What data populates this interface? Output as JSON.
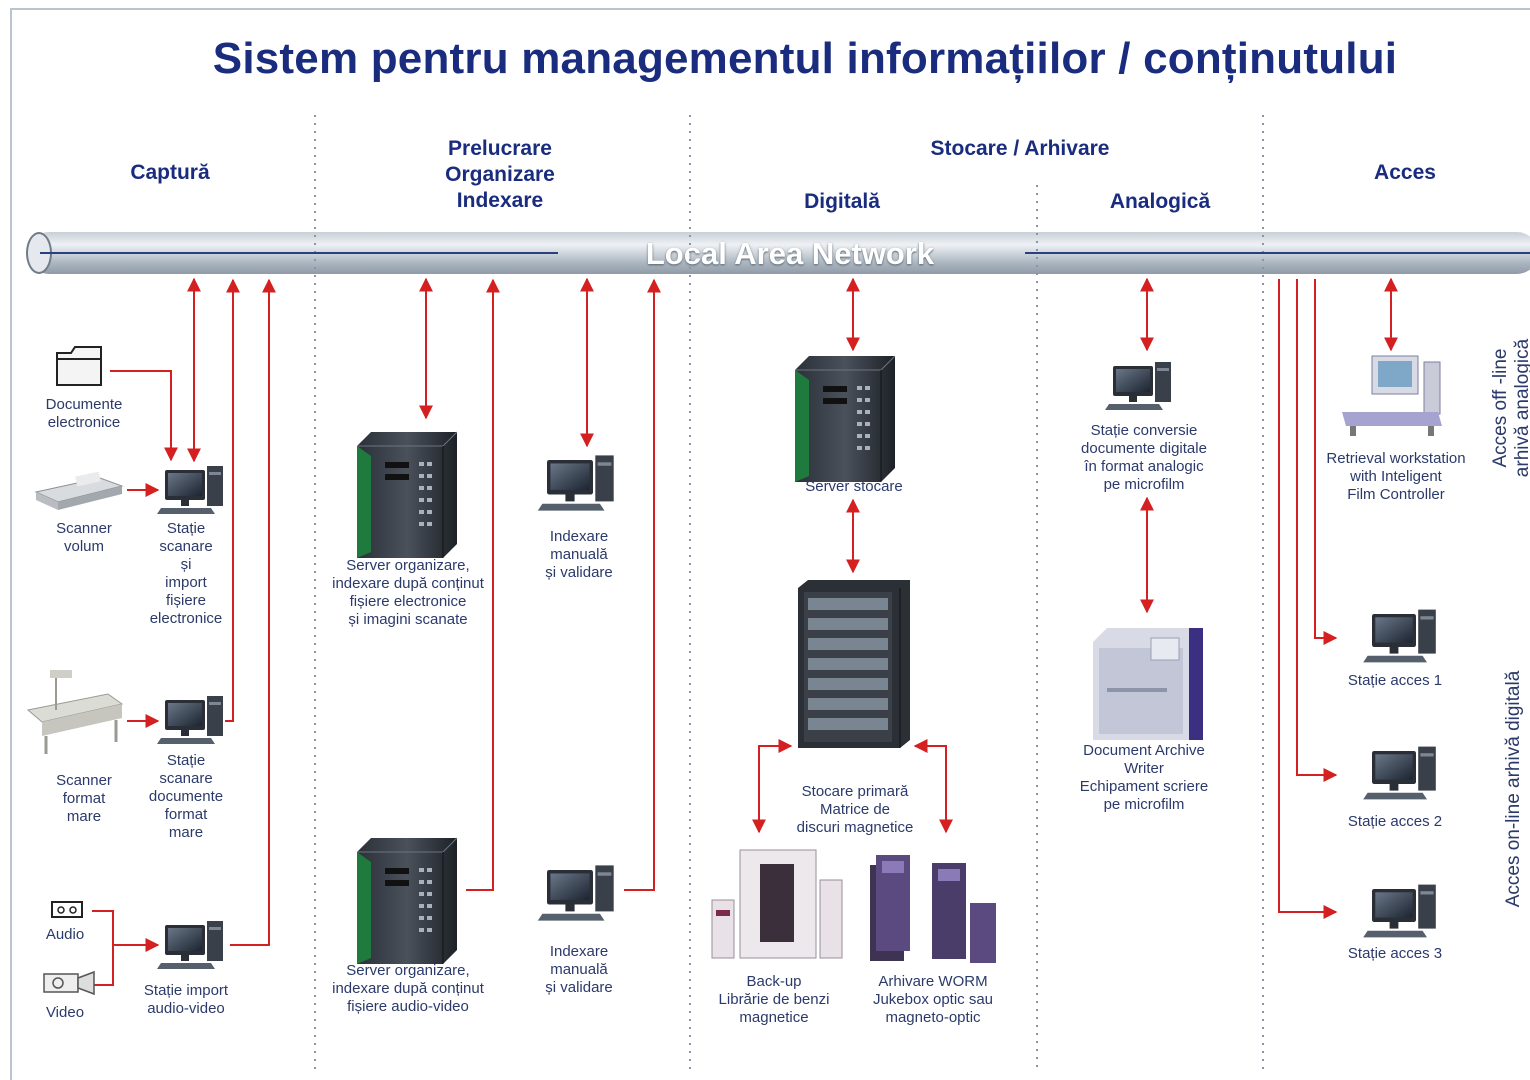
{
  "title": "Sistem pentru managementul informațiilor / conținutului",
  "columns": {
    "capture": "Captură",
    "processing": [
      "Prelucrare",
      "Organizare",
      "Indexare"
    ],
    "storage": "Stocare / Arhivare",
    "digital": "Digitală",
    "analog": "Analogică",
    "access": "Acces"
  },
  "network": "Local Area Network",
  "labels": {
    "doc_electronice": [
      "Documente",
      "electronice"
    ],
    "scanner_volum": [
      "Scanner",
      "volum"
    ],
    "statie_scanare_import": [
      "Stație",
      "scanare",
      "și",
      "import",
      "fișiere",
      "electronice"
    ],
    "scanner_format_mare": [
      "Scanner",
      "format",
      "mare"
    ],
    "statie_scanare_format": [
      "Stație",
      "scanare",
      "documente",
      "format",
      "mare"
    ],
    "audio": "Audio",
    "video": "Video",
    "statie_import_av": [
      "Stație import",
      "audio-video"
    ],
    "server_org_1": [
      "Server organizare,",
      "indexare după conținut",
      "fișiere electronice",
      "și imagini scanate"
    ],
    "indexare_1": [
      "Indexare",
      "manuală",
      "și validare"
    ],
    "server_org_2": [
      "Server organizare,",
      "indexare după conținut",
      "fișiere audio-video"
    ],
    "indexare_2": [
      "Indexare",
      "manuală",
      "și validare"
    ],
    "server_stocare": "Server stocare",
    "stocare_primara": [
      "Stocare primară",
      "Matrice de",
      "discuri magnetice"
    ],
    "backup": [
      "Back-up",
      "Librărie de benzi",
      "magnetice"
    ],
    "worm": [
      "Arhivare WORM",
      "Jukebox optic sau",
      "magneto-optic"
    ],
    "statie_conversie": [
      "Stație conversie",
      "documente digitale",
      "în format analogic",
      "pe microfilm"
    ],
    "archive_writer": [
      "Document Archive",
      "Writer",
      "Echipament scriere",
      "pe microfilm"
    ],
    "retrieval": [
      "Retrieval workstation",
      "with Inteligent",
      "Film Controller"
    ],
    "acces_1": "Stație acces 1",
    "acces_2": "Stație acces 2",
    "acces_3": "Stație acces 3",
    "offline": [
      "Acces off -line",
      "arhivă analogică"
    ],
    "online": "Acces on-line arhivă digitală"
  },
  "colors": {
    "title": "#1a2c7e",
    "arrow": "#d42020",
    "text": "#2b3a6a"
  },
  "icons": [
    "folder-icon",
    "scanner-icon",
    "workstation-icon",
    "large-format-scanner-icon",
    "cassette-icon",
    "camera-icon",
    "server-tower-icon",
    "disk-array-icon",
    "tape-library-icon",
    "worm-jukebox-icon",
    "microfilm-writer-icon",
    "retrieval-workstation-icon"
  ]
}
